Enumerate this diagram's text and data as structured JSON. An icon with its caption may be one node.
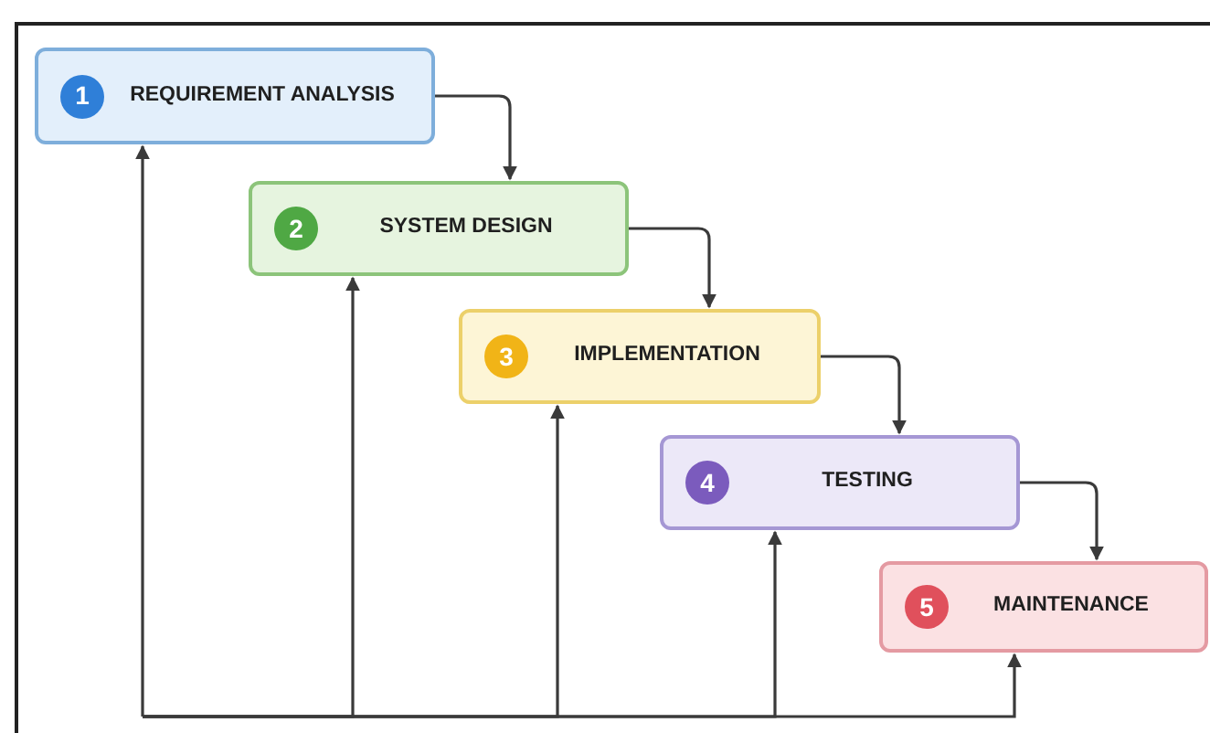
{
  "diagram": {
    "nodes": [
      {
        "text": [
          "1",
          "REQUIREMENT ANALYSIS"
        ]
      },
      {
        "text": [
          "2",
          "SYSTEM DESIGN"
        ]
      },
      {
        "text": [
          "3",
          "IMPLEMENTATION"
        ]
      },
      {
        "text": [
          "4",
          "TESTING"
        ]
      },
      {
        "text": [
          "5",
          "MAINTENANCE"
        ]
      }
    ],
    "edges": [
      {
        "from": 0,
        "to": 1,
        "arrow": "to"
      },
      {
        "from": 1,
        "to": 2,
        "arrow": "to"
      },
      {
        "from": 2,
        "to": 3,
        "arrow": "to"
      },
      {
        "from": 3,
        "to": 4,
        "arrow": "to"
      },
      {
        "from": null,
        "to": 0,
        "arrow": "to"
      },
      {
        "from": null,
        "to": 1,
        "arrow": "to"
      },
      {
        "from": null,
        "to": 2,
        "arrow": "to"
      },
      {
        "from": null,
        "to": 3,
        "arrow": "to"
      },
      {
        "from": null,
        "to": 4,
        "arrow": "to"
      }
    ]
  }
}
